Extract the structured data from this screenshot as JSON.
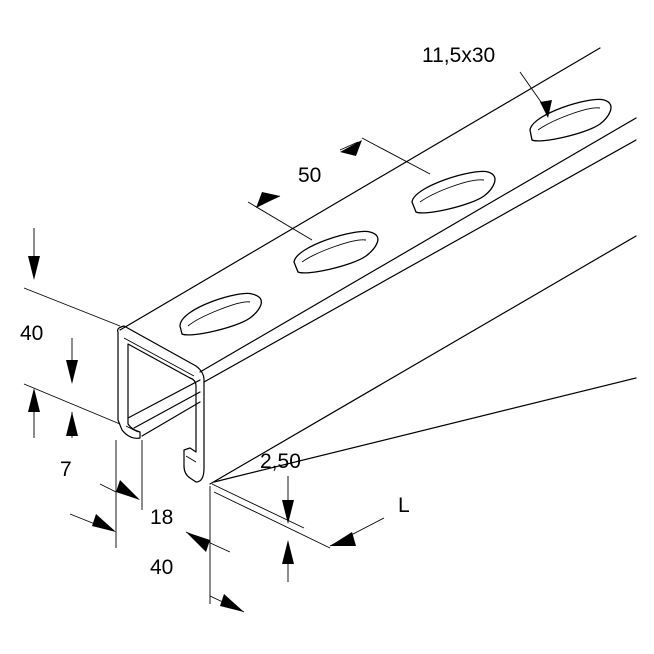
{
  "diagram": {
    "labels": {
      "slot_size": "11,5x30",
      "slot_pitch": "50",
      "height": "40",
      "lip_height": "7",
      "opening": "18",
      "width": "40",
      "thickness": "2,50",
      "length": "L"
    },
    "colors": {
      "line": "#000000",
      "background": "#ffffff"
    }
  }
}
